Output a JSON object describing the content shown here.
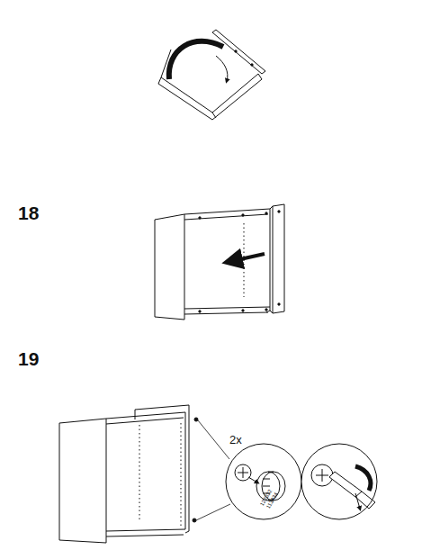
{
  "diagram": {
    "labels": [
      "18",
      "19",
      "2x",
      "122332",
      "113434"
    ]
  }
}
